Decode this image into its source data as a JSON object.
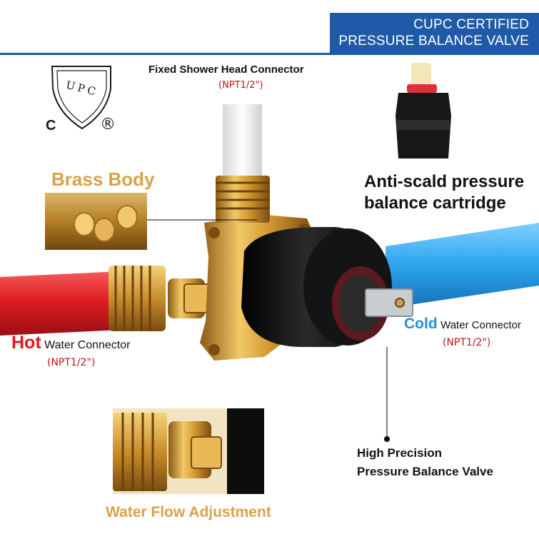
{
  "banner": {
    "line1": "CUPC CERTIFIED",
    "line2": "PRESSURE BALANCE VALVE",
    "color": "#1f5aa8"
  },
  "certification": {
    "shield_text": "UPC",
    "c_mark": "C",
    "registered_mark": "®"
  },
  "top_connector": {
    "label": "Fixed Shower Head Connector",
    "size": "(NPT1/2\")"
  },
  "brass_body": {
    "label": "Brass Body"
  },
  "cartridge": {
    "line1": "Anti-scald pressure",
    "line2": "balance cartridge"
  },
  "hot_connector": {
    "word": "Hot",
    "label": "Water Connector",
    "size": "(NPT1/2\")",
    "color": "#e3151b"
  },
  "cold_connector": {
    "word": "Cold",
    "label": "Water Connector",
    "size": "(NPT1/2\")",
    "color": "#1f8fe0"
  },
  "valve": {
    "line1": "High Precision",
    "line2": "Pressure Balance Valve"
  },
  "adjustment": {
    "label": "Water Flow Adjustment"
  }
}
